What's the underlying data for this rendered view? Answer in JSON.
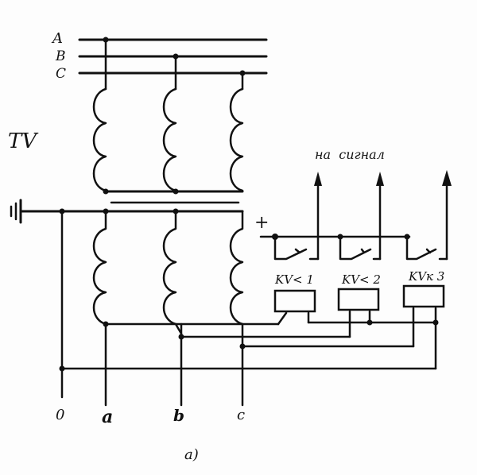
{
  "diagram": {
    "phase_labels_top": [
      "A",
      "B",
      "C"
    ],
    "transformer_label": "TV",
    "signal_label": "на  сигнал",
    "plus_sign": "+",
    "relays": [
      "KV< 1",
      "KV< 2",
      "KVк 3"
    ],
    "bottom_terminals": [
      "0",
      "a",
      "b",
      "c"
    ],
    "figure_caption": "а)"
  },
  "colors": {
    "ink": "#111111",
    "paper": "#fdfdfd"
  }
}
